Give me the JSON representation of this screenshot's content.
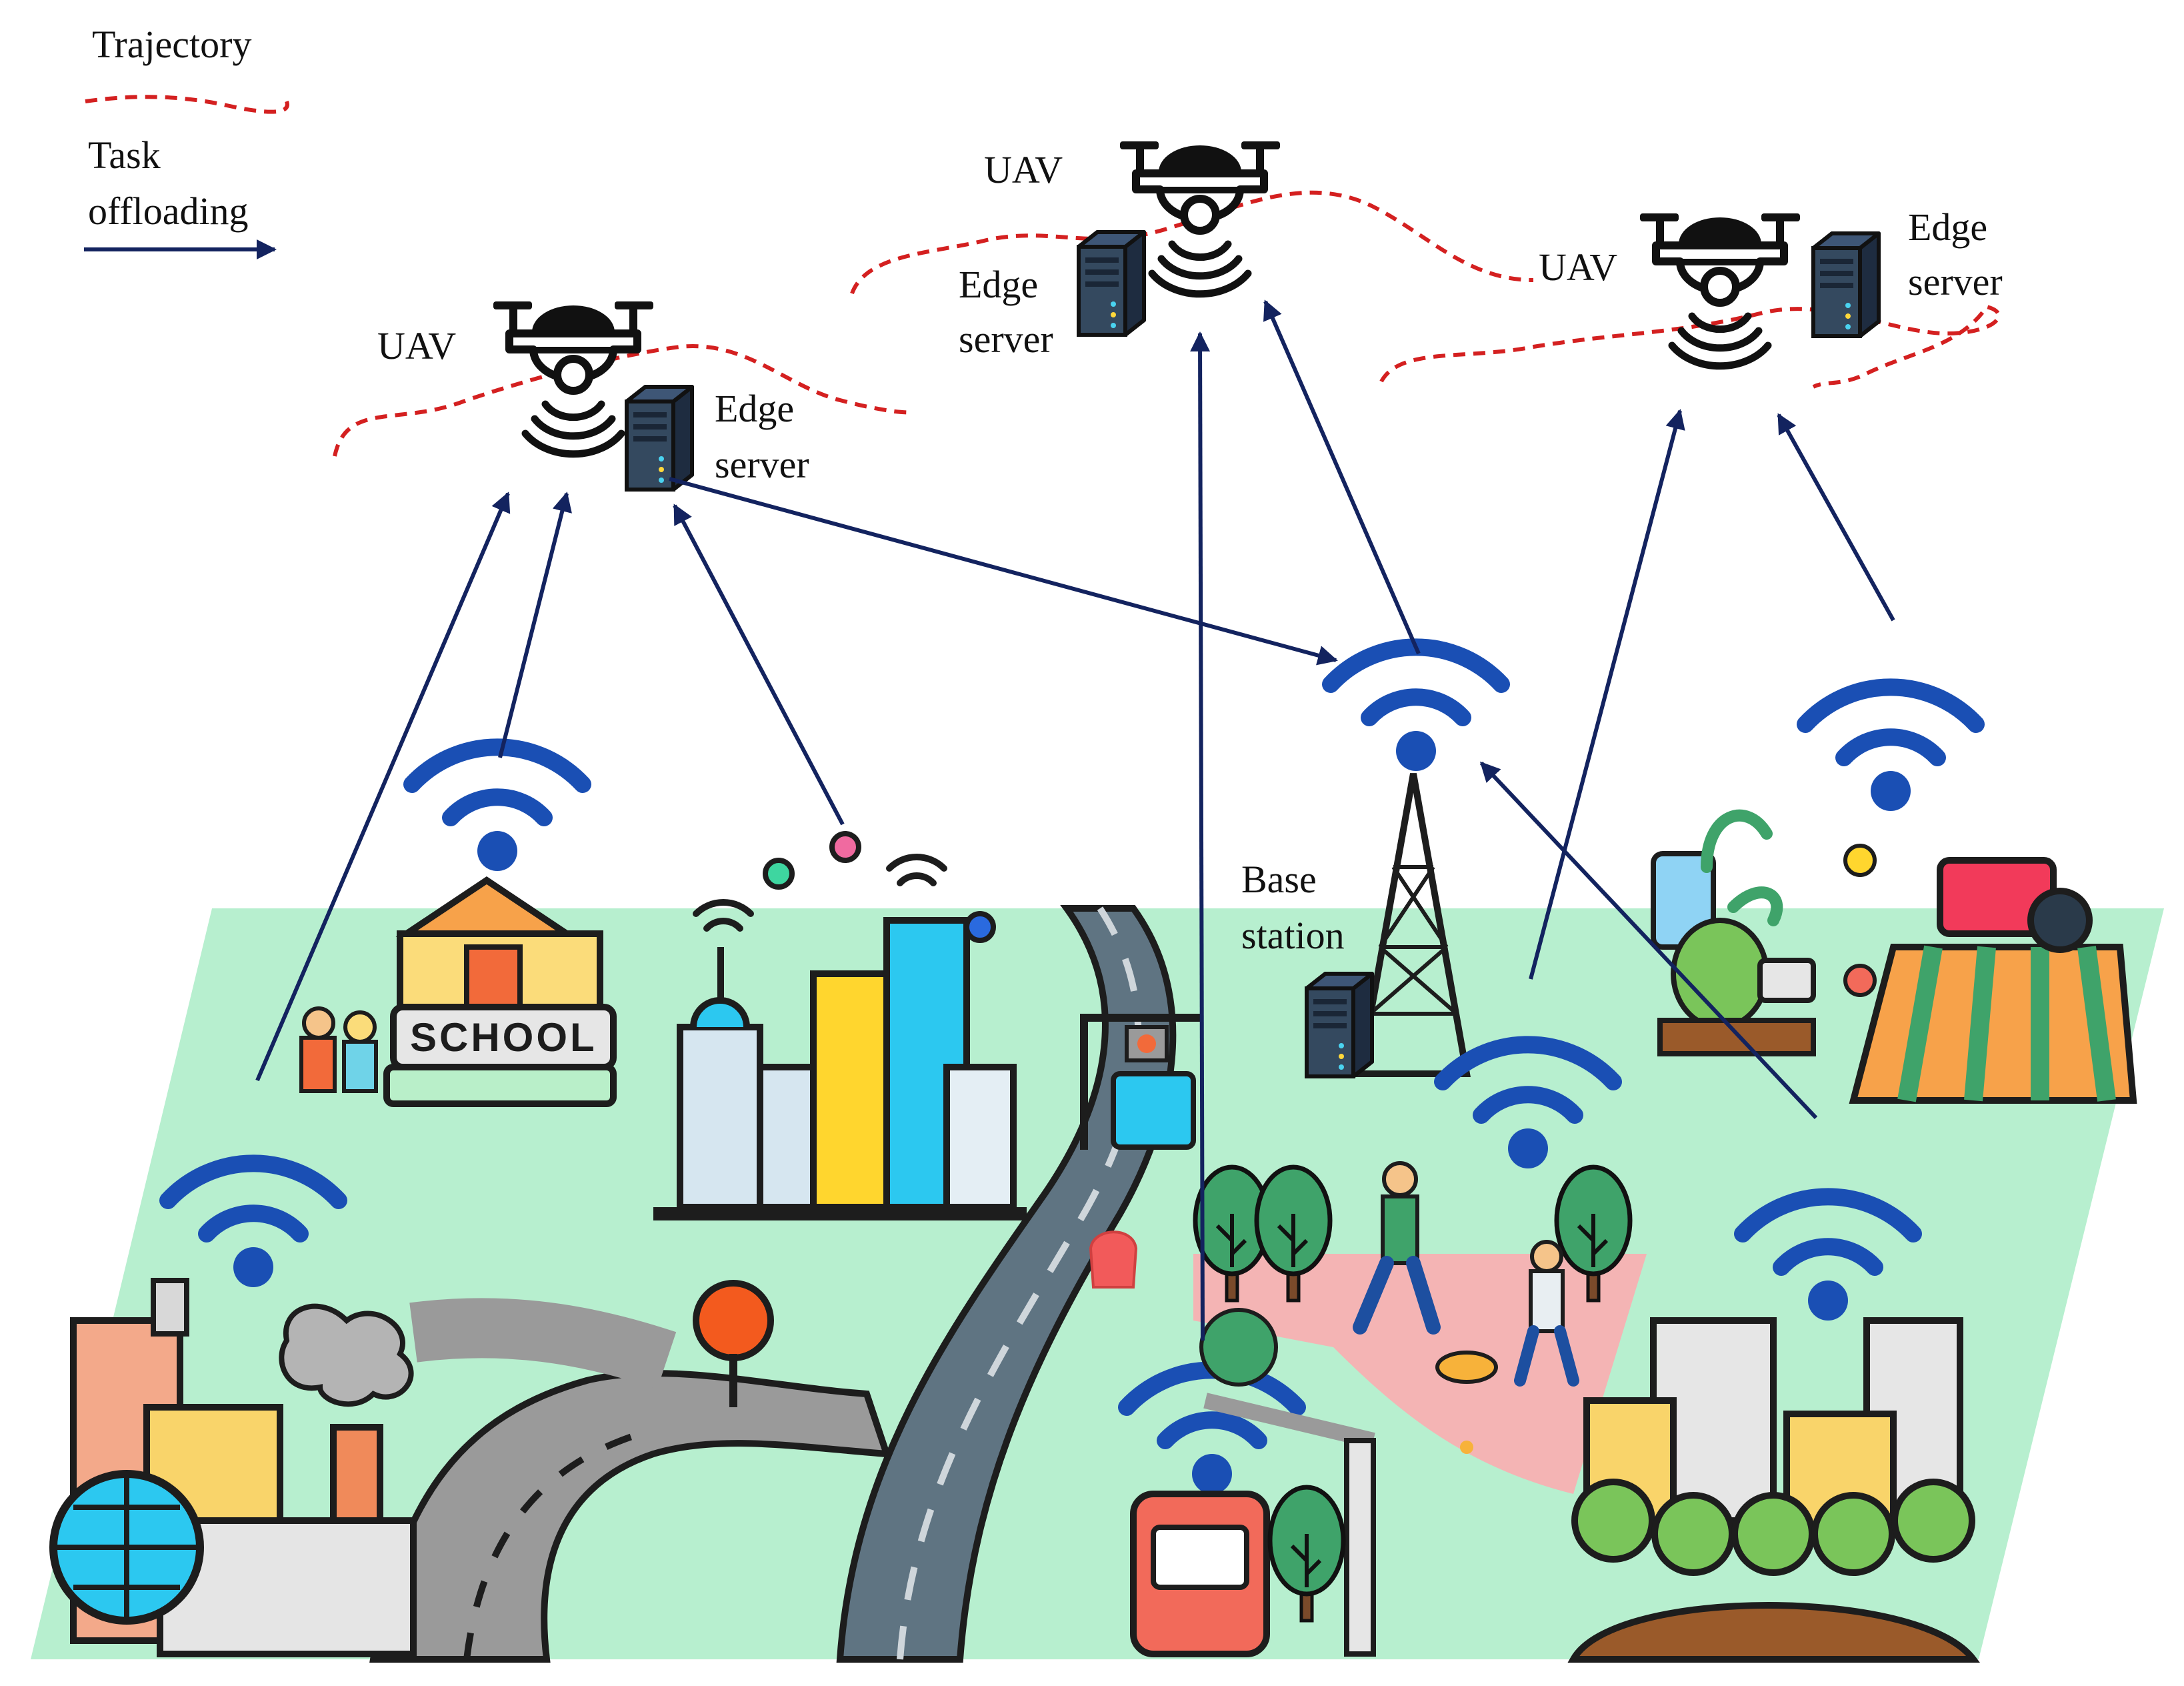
{
  "legend": {
    "trajectory_label": "Trajectory",
    "offloading_label_line1": "Task",
    "offloading_label_line2": "offloading"
  },
  "uavs": [
    {
      "label": "UAV",
      "server_line1": "Edge",
      "server_line2": "server"
    },
    {
      "label": "UAV",
      "server_line1": "Edge",
      "server_line2": "server"
    },
    {
      "label": "UAV",
      "server_line1": "Edge",
      "server_line2": "server"
    }
  ],
  "base_station": {
    "line1": "Base",
    "line2": "station"
  },
  "school_sign": "SCHOOL",
  "colors": {
    "trajectory": "#d42020",
    "arrow": "#13235f",
    "ground": "#b7efcf",
    "wifi": "#1a4fb4",
    "road": "#5f7482"
  }
}
